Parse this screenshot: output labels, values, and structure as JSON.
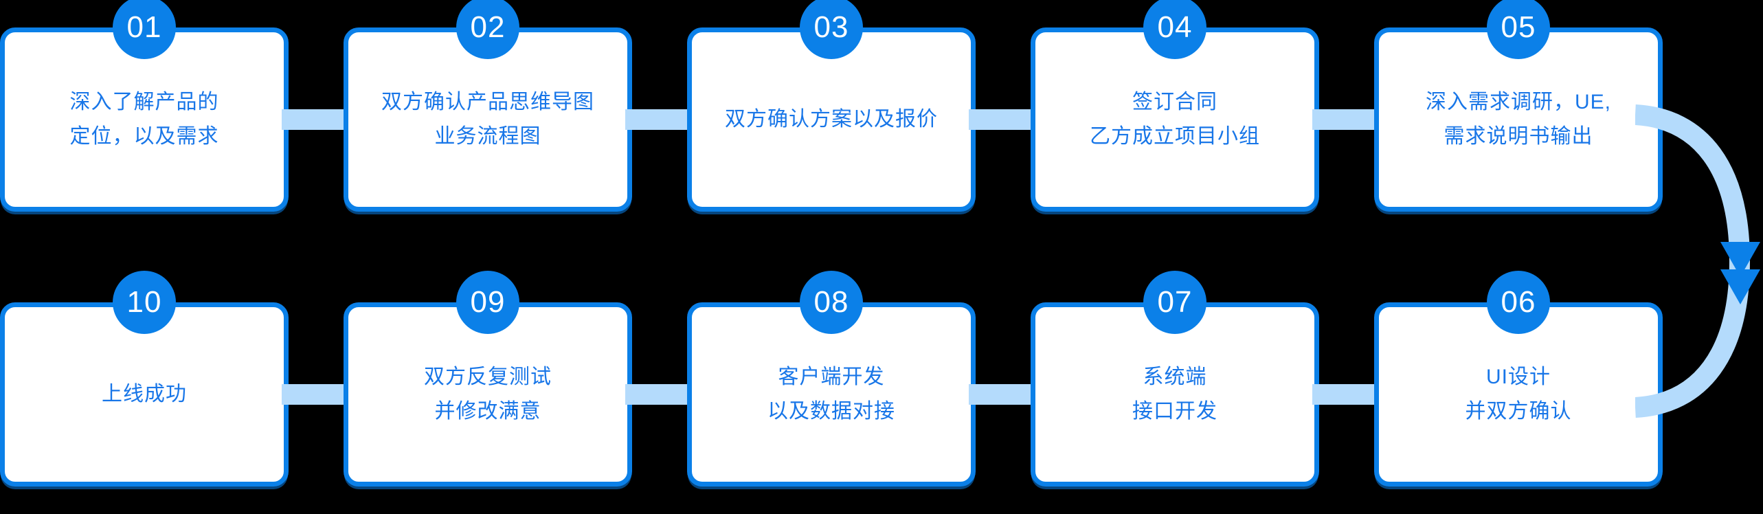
{
  "theme": {
    "background": "#000000",
    "card_fill": "#ffffff",
    "border_blue": "#0B80E8",
    "badge_blue": "#0B80E8",
    "text_blue": "#1876E8",
    "connector_blue": "#B4DBFC",
    "arrow_head_blue": "#0B80E8",
    "badge_text": "#ffffff"
  },
  "flow": {
    "type": "process-flow",
    "direction": "left-to-right then right-to-left",
    "rows": [
      {
        "id": "row-top",
        "steps": [
          {
            "number": "01",
            "lines": [
              "深入了解产品的",
              "定位，以及需求"
            ]
          },
          {
            "number": "02",
            "lines": [
              "双方确认产品思维导图",
              "业务流程图"
            ]
          },
          {
            "number": "03",
            "lines": [
              "双方确认方案以及报价"
            ]
          },
          {
            "number": "04",
            "lines": [
              "签订合同",
              "乙方成立项目小组"
            ]
          },
          {
            "number": "05",
            "lines": [
              "深入需求调研，UE,",
              "需求说明书输出"
            ]
          }
        ]
      },
      {
        "id": "row-bottom",
        "steps": [
          {
            "number": "10",
            "lines": [
              "上线成功"
            ]
          },
          {
            "number": "09",
            "lines": [
              "双方反复测试",
              "并修改满意"
            ]
          },
          {
            "number": "08",
            "lines": [
              "客户端开发",
              "以及数据对接"
            ]
          },
          {
            "number": "07",
            "lines": [
              "系统端",
              "接口开发"
            ]
          },
          {
            "number": "06",
            "lines": [
              "UI设计",
              "并双方确认"
            ]
          }
        ]
      }
    ],
    "wrap_connector": {
      "name": "curved-arrow-05-to-06",
      "from": "05",
      "to": "06",
      "arrowheads": 2,
      "shape": "right-side-arc-downward"
    }
  }
}
